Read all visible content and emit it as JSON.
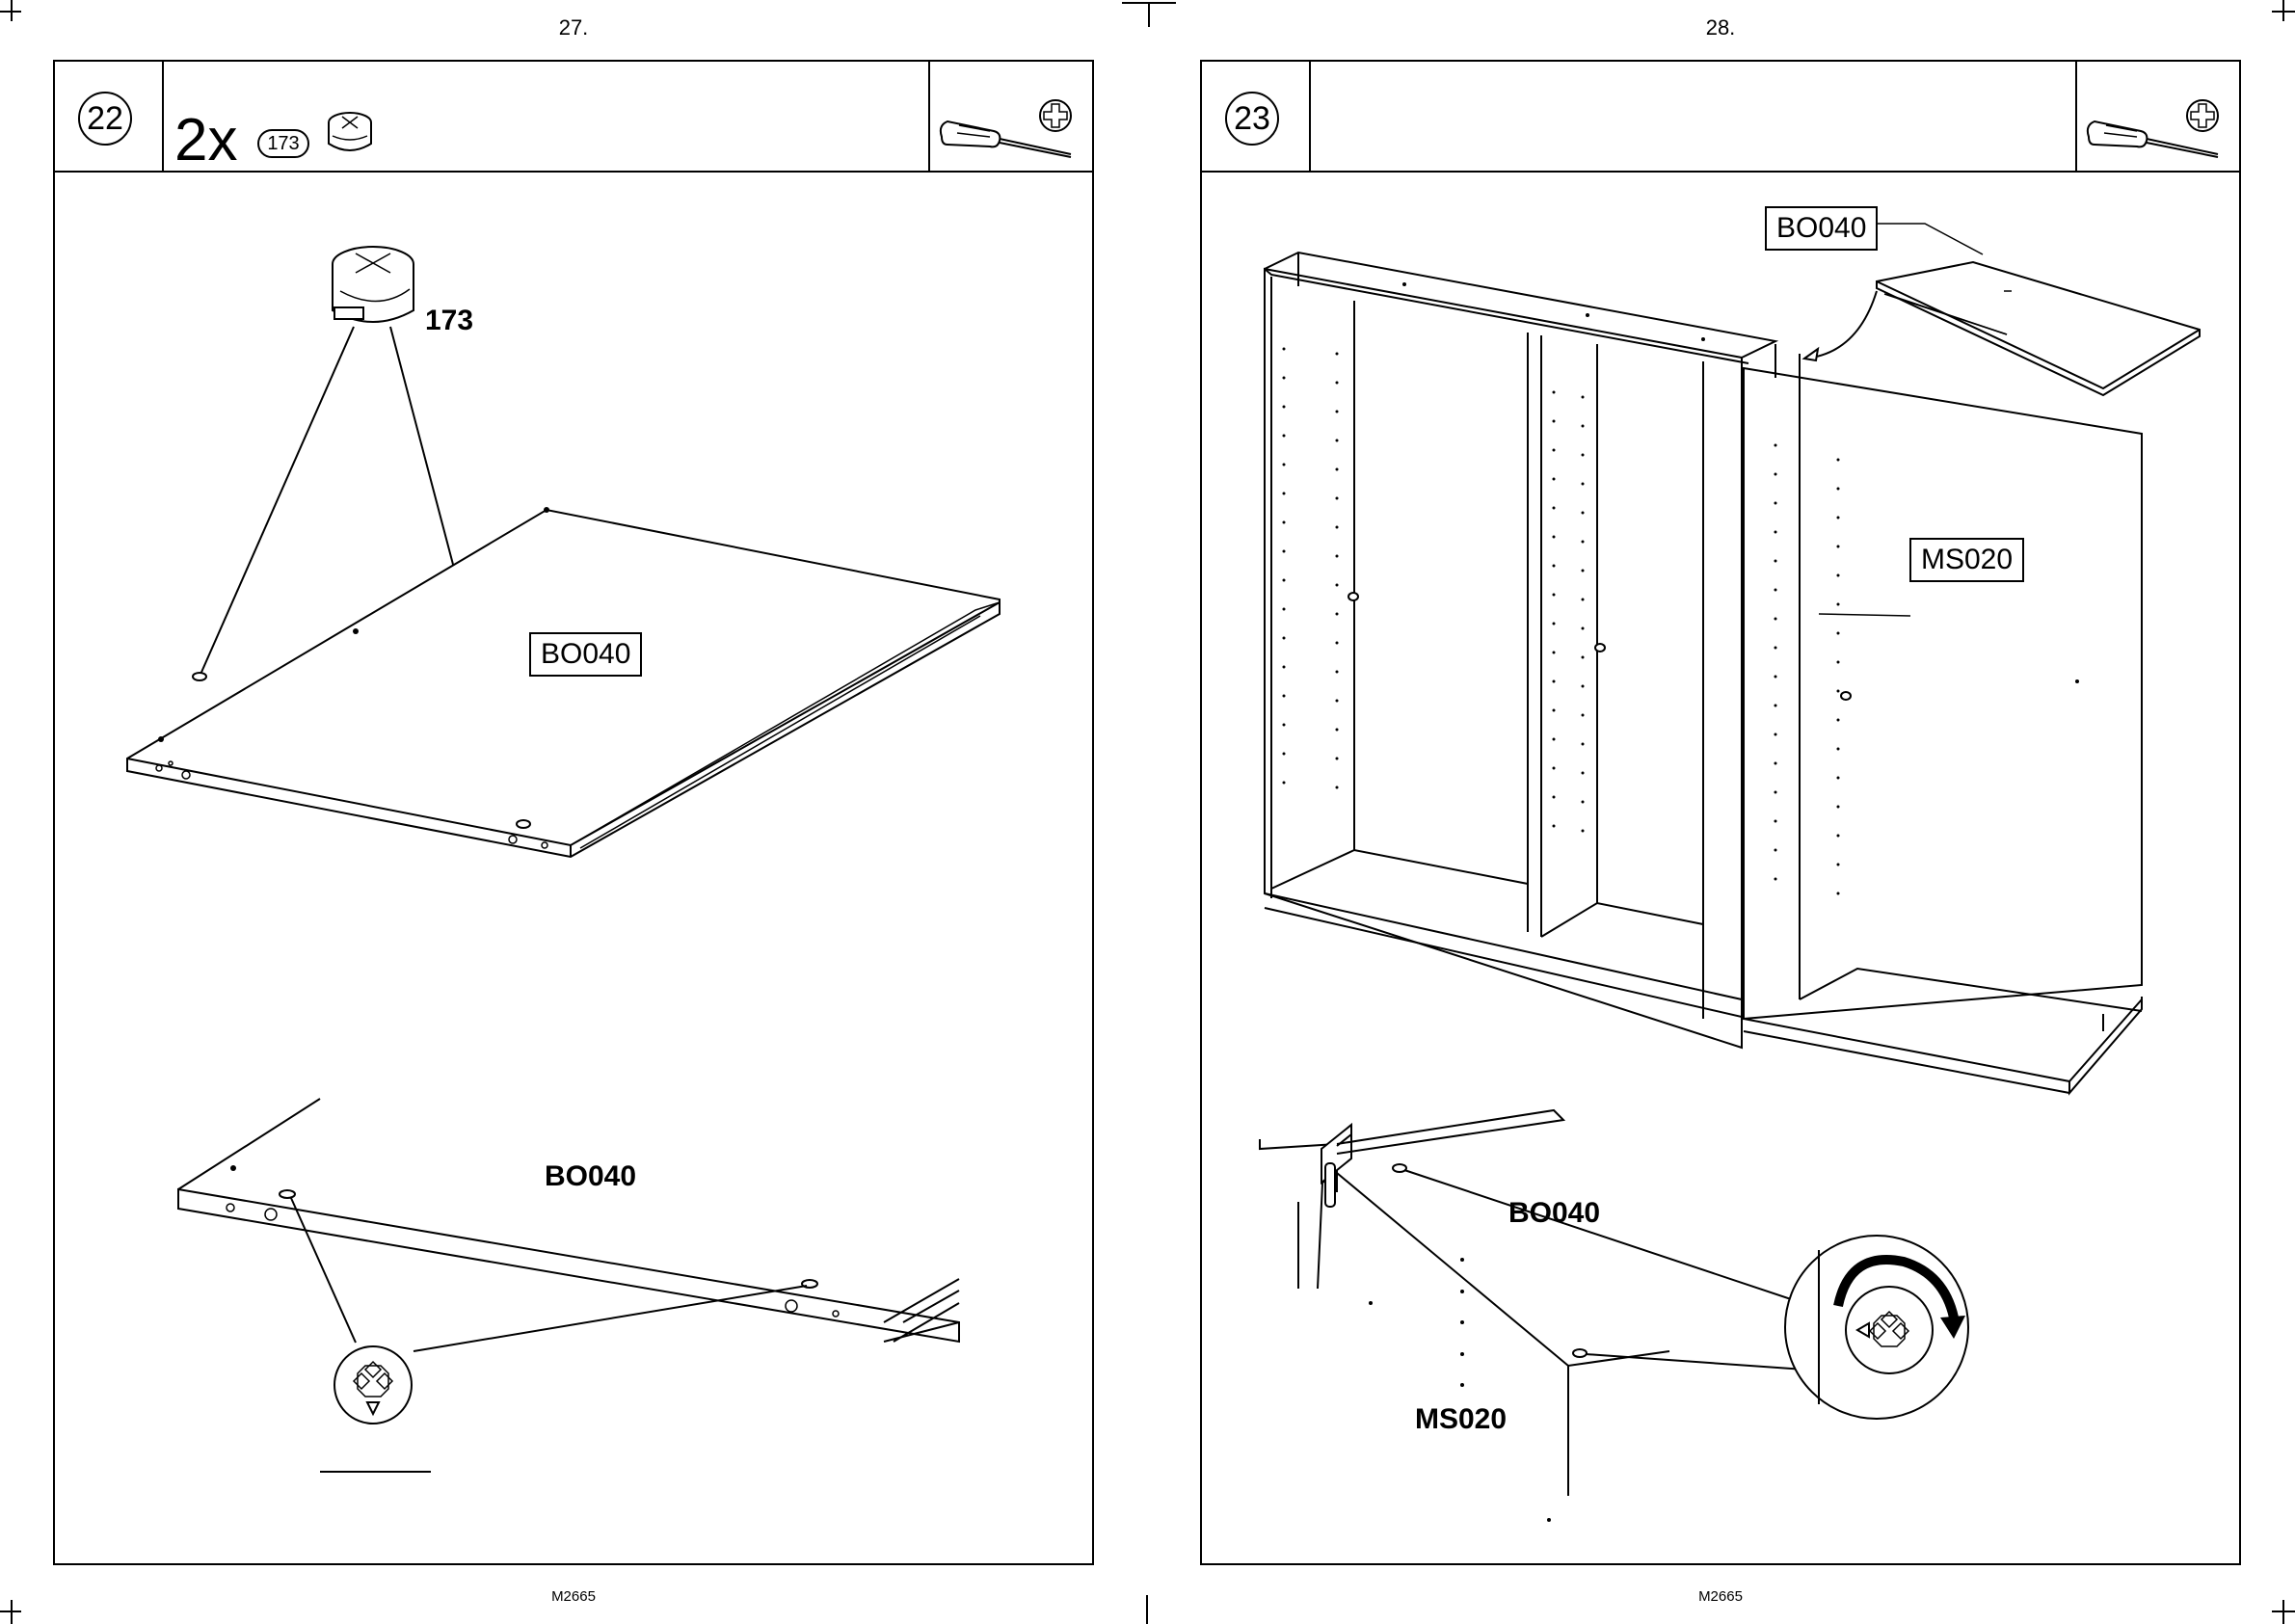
{
  "pages": [
    {
      "page_number": "27.",
      "footer_code": "M2665",
      "step": "22",
      "quantity": "2x",
      "part_ref": "173",
      "labels": {
        "cam_part": "173",
        "board_top": "BO040",
        "board_detail": "BO040"
      }
    },
    {
      "page_number": "28.",
      "footer_code": "M2665",
      "step": "23",
      "labels": {
        "board_top": "BO040",
        "panel_top": "MS020",
        "board_detail": "BO040",
        "panel_detail": "MS020"
      }
    }
  ],
  "icons": [
    "screwdriver-icon",
    "phillips-head-icon",
    "cam-lock-icon",
    "cam-lock-slot-icon",
    "rotate-clockwise-arrow-icon"
  ]
}
